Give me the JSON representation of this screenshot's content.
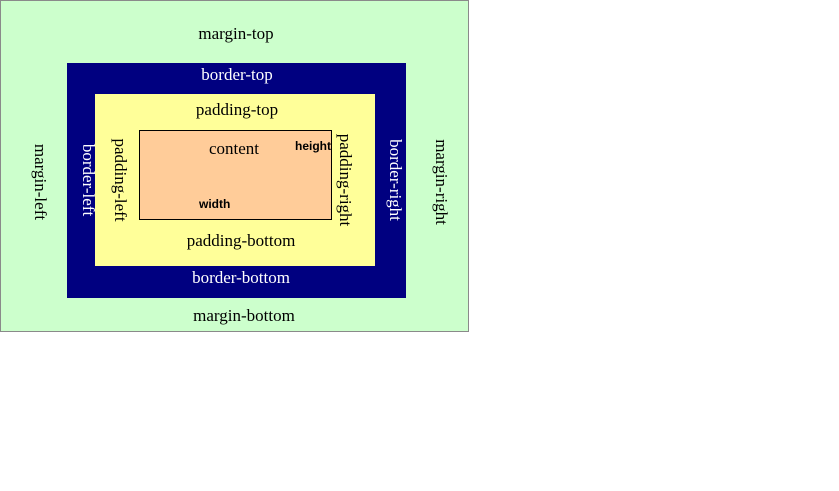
{
  "labels": {
    "margin_top": "margin-top",
    "margin_bottom": "margin-bottom",
    "margin_left": "margin-left",
    "margin_right": "margin-right",
    "border_top": "border-top",
    "border_bottom": "border-bottom",
    "border_left": "border-left",
    "border_right": "border-right",
    "padding_top": "padding-top",
    "padding_bottom": "padding-bottom",
    "padding_left": "padding-left",
    "padding_right": "padding-right",
    "content": "content",
    "height": "height",
    "width": "width"
  },
  "colors": {
    "margin": "#ccffcc",
    "border": "#000080",
    "padding": "#ffff99",
    "content": "#ffcc99"
  }
}
